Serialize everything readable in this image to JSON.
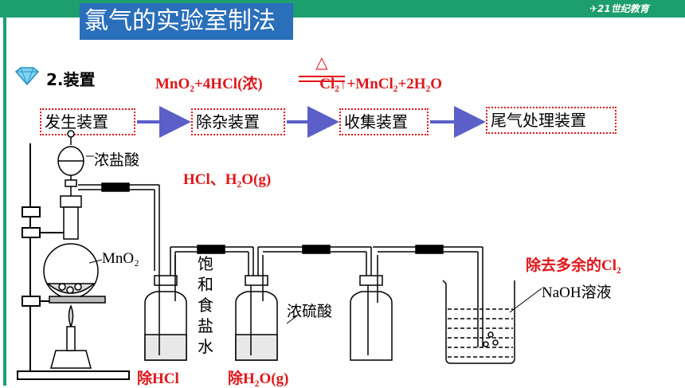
{
  "title": "氯气的实验室制法",
  "section": "2.装置",
  "equation": {
    "left": "MnO₂+4HCl(浓)",
    "condition": "△",
    "right": "Cl₂↑+MnCl₂+2H₂O"
  },
  "steps": [
    "发生装置",
    "除杂装置",
    "收集装置",
    "尾气处理装置"
  ],
  "labels": {
    "conc_hcl": "浓盐酸",
    "mno2": "MnO₂",
    "impurities": "HCl、H₂O(g)",
    "saturated_brine": "饱和食盐水",
    "conc_h2so4": "浓硫酸",
    "naoh": "NaOH溶液",
    "remove_cl2": "除去多余的Cl₂",
    "remove_hcl": "除HCl",
    "remove_h2o": "除H₂O(g)"
  },
  "colors": {
    "accent_red": "#e0161a",
    "title_blue": "#2a6fba",
    "bar_green": "#1d9e6e",
    "arrow_purple": "#5b5fc7"
  }
}
